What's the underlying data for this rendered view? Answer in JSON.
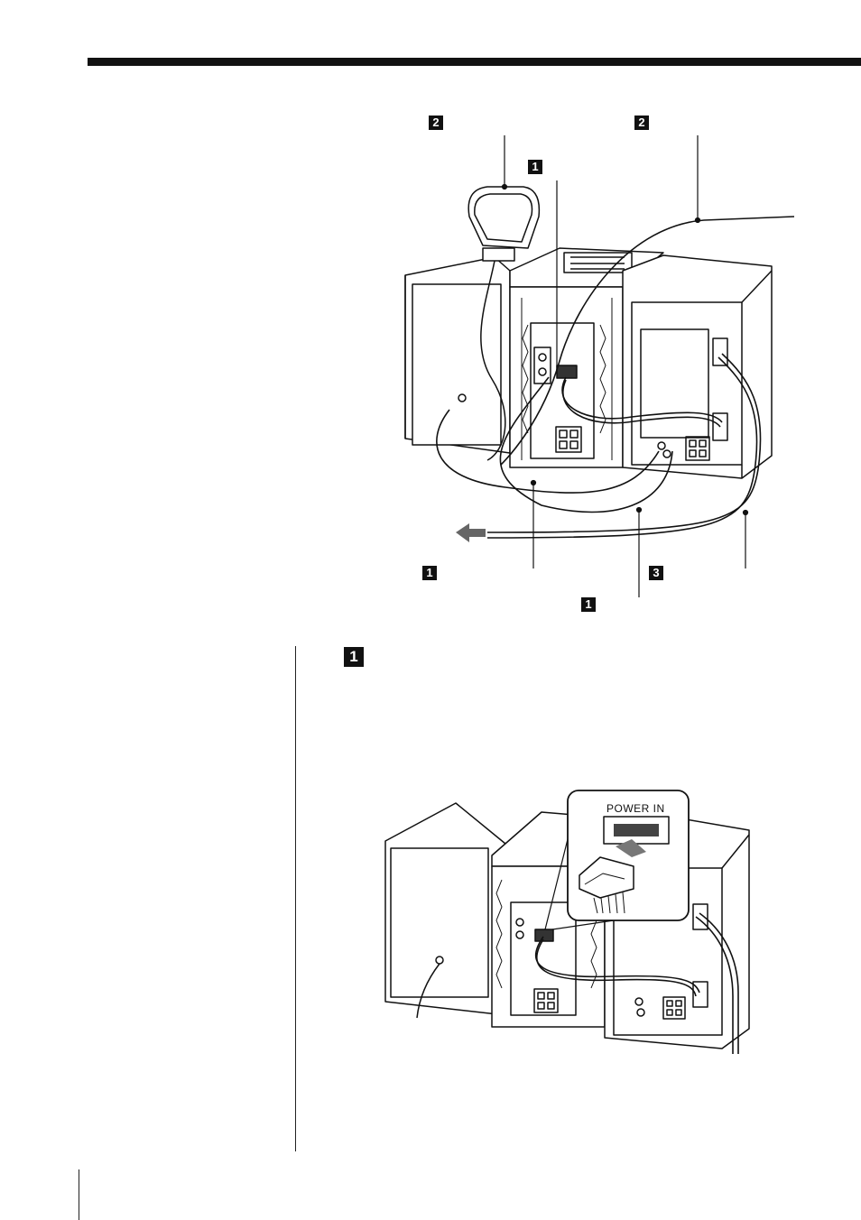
{
  "callouts": {
    "top_left_2": "2",
    "top_right_2": "2",
    "top_middle_1": "1",
    "bottom_left_1": "1",
    "bottom_right_3": "3",
    "bottom_middle_1": "1",
    "step_1": "1"
  },
  "detail": {
    "power_in_label": "POWER IN"
  }
}
